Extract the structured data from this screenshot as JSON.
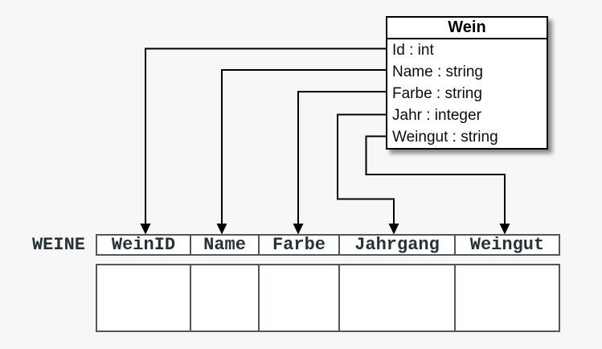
{
  "diagram": {
    "class_box": {
      "title": "Wein",
      "attributes": [
        "Id : int",
        "Name : string",
        "Farbe : string",
        "Jahr : integer",
        "Weingut : string"
      ]
    },
    "table": {
      "name": "WEINE",
      "columns": [
        "WeinID",
        "Name",
        "Farbe",
        "Jahrgang",
        "Weingut"
      ],
      "body_rows": 1,
      "body_cells_empty": true
    },
    "mappings": [
      {
        "from": "Id : int",
        "to": "WeinID"
      },
      {
        "from": "Name : string",
        "to": "Name"
      },
      {
        "from": "Farbe : string",
        "to": "Farbe"
      },
      {
        "from": "Jahr : integer",
        "to": "Jahrgang"
      },
      {
        "from": "Weingut : string",
        "to": "Weingut"
      }
    ],
    "colors": {
      "background": "#f7f7f7",
      "class_box_border": "#000000",
      "class_box_background": "#ffffff",
      "connector": "#000000",
      "table_border": "#4b585c",
      "table_text": "#263238",
      "table_cell_background": "#ffffff"
    }
  }
}
